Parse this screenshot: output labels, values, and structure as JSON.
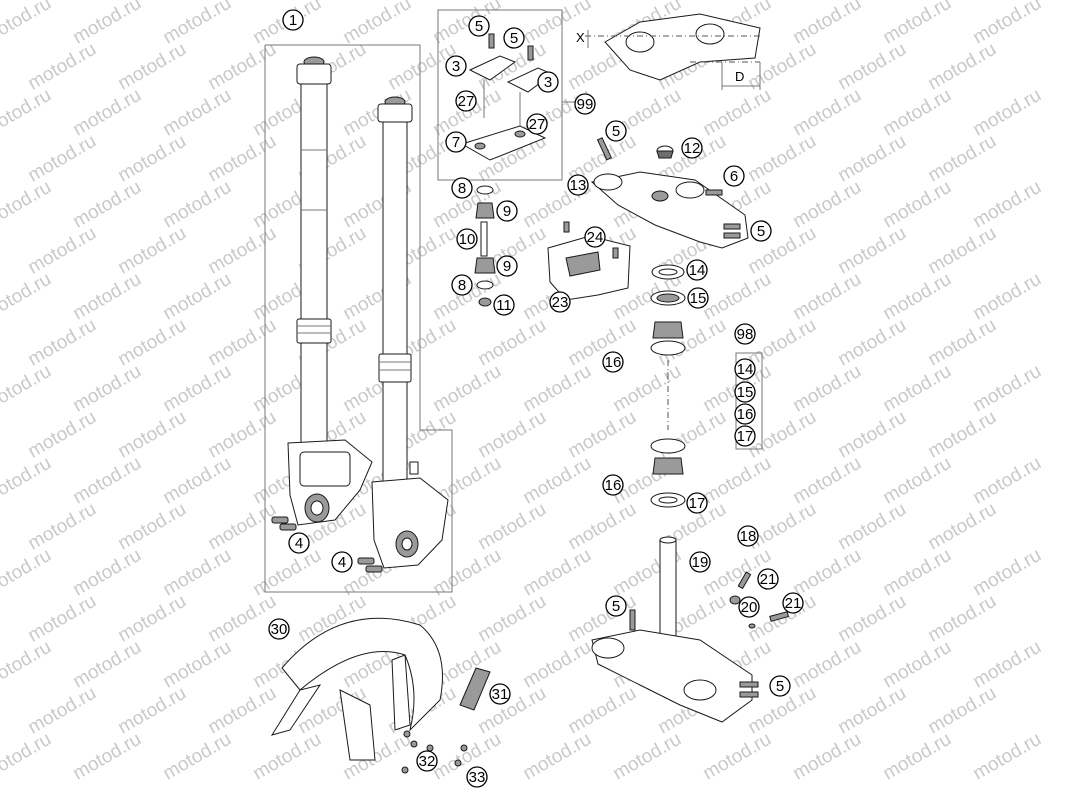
{
  "watermark_text": "motod.ru",
  "dimension_labels": {
    "x": "X",
    "d": "D"
  },
  "callouts": [
    {
      "label": "1"
    },
    {
      "label": "5"
    },
    {
      "label": "5"
    },
    {
      "label": "3"
    },
    {
      "label": "3"
    },
    {
      "label": "27"
    },
    {
      "label": "27"
    },
    {
      "label": "99"
    },
    {
      "label": "7"
    },
    {
      "label": "5"
    },
    {
      "label": "12"
    },
    {
      "label": "13"
    },
    {
      "label": "6"
    },
    {
      "label": "5"
    },
    {
      "label": "8"
    },
    {
      "label": "9"
    },
    {
      "label": "10"
    },
    {
      "label": "24"
    },
    {
      "label": "9"
    },
    {
      "label": "8"
    },
    {
      "label": "11"
    },
    {
      "label": "23"
    },
    {
      "label": "14"
    },
    {
      "label": "15"
    },
    {
      "label": "98"
    },
    {
      "label": "16"
    },
    {
      "label": "14"
    },
    {
      "label": "15"
    },
    {
      "label": "16"
    },
    {
      "label": "17"
    },
    {
      "label": "16"
    },
    {
      "label": "17"
    },
    {
      "label": "4"
    },
    {
      "label": "4"
    },
    {
      "label": "18"
    },
    {
      "label": "19"
    },
    {
      "label": "21"
    },
    {
      "label": "5"
    },
    {
      "label": "20"
    },
    {
      "label": "21"
    },
    {
      "label": "30"
    },
    {
      "label": "31"
    },
    {
      "label": "5"
    },
    {
      "label": "32"
    },
    {
      "label": "33"
    }
  ]
}
